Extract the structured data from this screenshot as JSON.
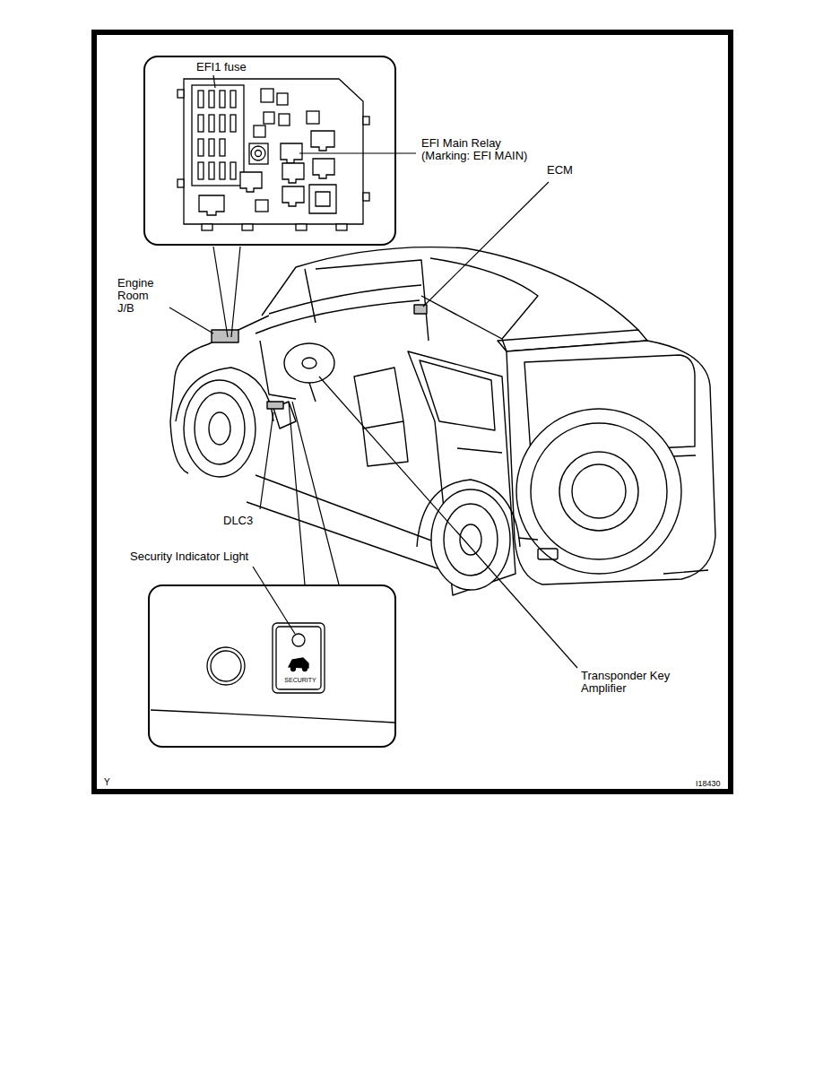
{
  "diagram": {
    "nodes": [
      {
        "text": [
          "EFI1 fuse"
        ]
      },
      {
        "text": [
          "SECURITY"
        ]
      }
    ],
    "labels": [
      "EFI Main Relay (Marking: EFI MAIN)",
      "ECM",
      "Engine Room J/B",
      "DLC3",
      "Security Indicator Light",
      "Transponder Key Amplifier",
      "Y",
      "I18430"
    ]
  }
}
